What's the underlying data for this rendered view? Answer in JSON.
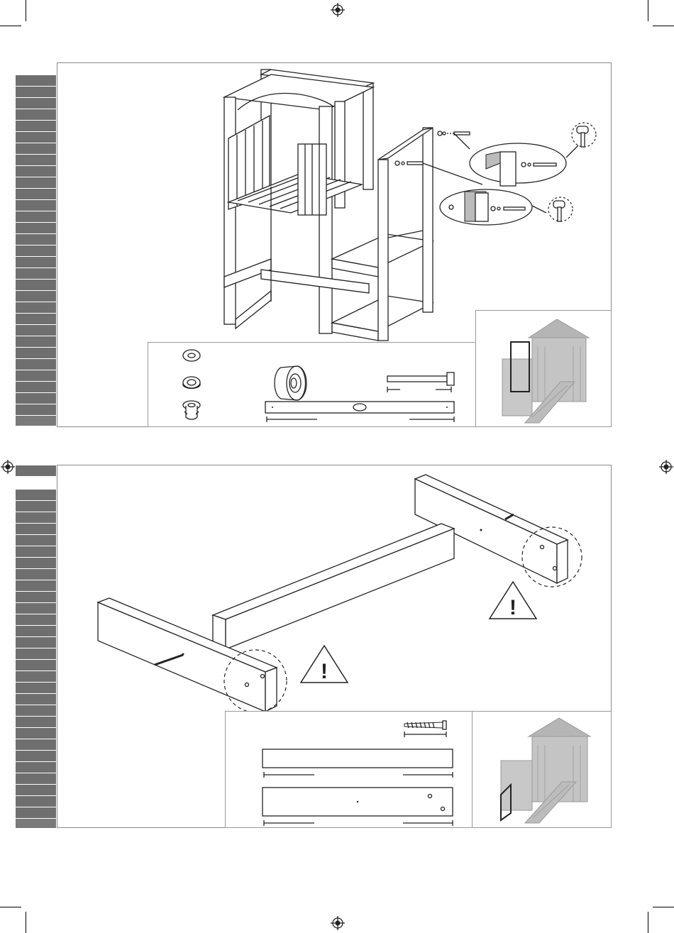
{
  "sheet": {
    "steps": [
      {
        "id": "step-a",
        "warnings": [],
        "parts": [
          "washer",
          "lock-washer",
          "t-nut",
          "plastic-cap",
          "bolt",
          "beam-with-hole"
        ]
      },
      {
        "id": "step-b",
        "warnings": [
          "!",
          "!"
        ],
        "parts": [
          "screw",
          "beam",
          "beam-with-holes"
        ]
      }
    ],
    "icons": {
      "register_mark": "crosshair-registration-icon",
      "hammer": "hammer-icon",
      "warning": "warning-triangle-icon"
    },
    "colors": {
      "line": "#222222",
      "stripe": "#6f6f6f",
      "ghost_preview": "#b5b5b5",
      "border": "#8a8a8a"
    }
  }
}
